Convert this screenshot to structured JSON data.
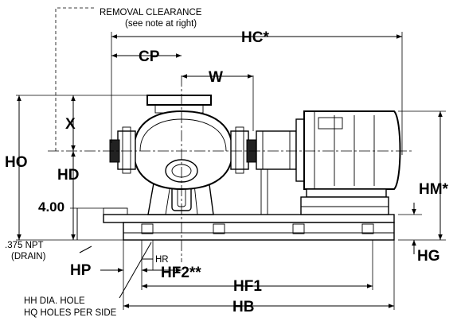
{
  "labels": {
    "removal_clearance": "REMOVAL CLEARANCE",
    "see_note": "(see note at right)",
    "hc": "HC*",
    "cp": "CP",
    "w": "W",
    "x": "X",
    "ho": "HO",
    "hd": "HD",
    "four": "4.00",
    "hm": "HM*",
    "npt": ".375 NPT",
    "drain": "(DRAIN)",
    "hp": "HP",
    "hr": "HR",
    "hf2": "HF2**",
    "hg": "HG",
    "hf1": "HF1",
    "hh": "HH DIA. HOLE",
    "hq": "HQ HOLES PER SIDE",
    "hb": "HB"
  }
}
